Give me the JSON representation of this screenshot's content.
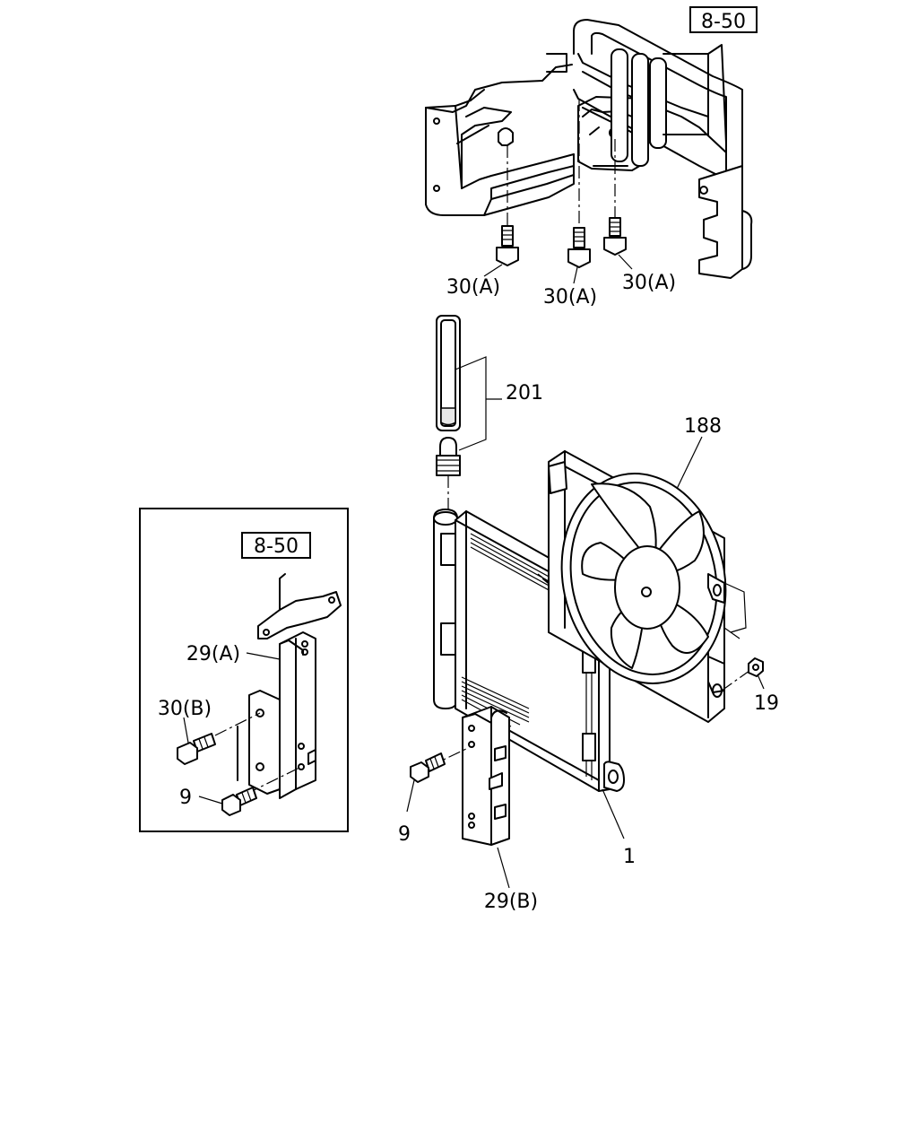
{
  "labels": {
    "ref_top": "8-50",
    "ref_inset": "8-50",
    "bolt_30a_left": "30(A)",
    "bolt_30a_mid": "30(A)",
    "bolt_30a_right": "30(A)",
    "part_201": "201",
    "part_188": "188",
    "part_19": "19",
    "part_1": "1",
    "part_9_main": "9",
    "part_29b": "29(B)",
    "part_29a": "29(A)",
    "part_30b": "30(B)",
    "part_9_inset": "9"
  }
}
